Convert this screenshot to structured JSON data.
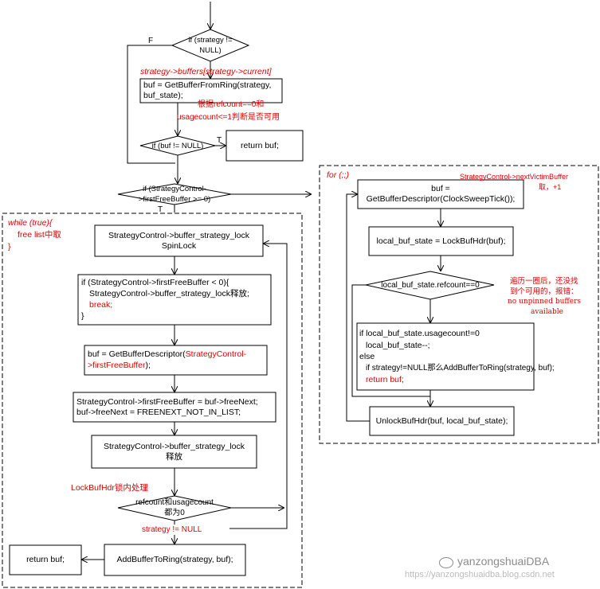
{
  "cond_strategy": "if (strategy !=\nNULL)",
  "label_F": "F",
  "label_T1": "T",
  "label_T2": "T",
  "note_ring_buffers": "strategy->buffers[strategy->current]",
  "box_get_from_ring": "buf = GetBufferFromRing(strategy,\nbuf_state);",
  "note_refcount_line1": "根据refcount==0和",
  "note_refcount_line2": "usagecount<=1判断是否可用",
  "cond_buf_not_null": "if (buf != NULL)",
  "box_return_buf_top": "return buf;",
  "cond_first_free": "if (StrategyControl-\n>firstFreeBuffer >= 0)",
  "while_label": "while (true){",
  "while_free_list": "free list中取",
  "while_close": "}",
  "box_spinlock": "StrategyControl->buffer_strategy_lock\nSpinLock",
  "box_if_first_lt0_1": "if (StrategyControl->firstFreeBuffer < 0){",
  "box_if_first_lt0_2": "StrategyControl->buffer_strategy_lock释放;",
  "box_if_first_lt0_3": "break;",
  "box_if_first_lt0_4": "}",
  "box_get_desc_1": "buf = GetBufferDescriptor(",
  "box_get_desc_2": "StrategyControl-",
  "box_get_desc_3": ">firstFreeBuffer",
  "box_get_desc_4": ");",
  "box_freenext": "StrategyControl->firstFreeBuffer = buf->freeNext;\nbuf->freeNext = FREENEXT_NOT_IN_LIST;",
  "box_release_lock": "StrategyControl->buffer_strategy_lock\n释放",
  "note_lockbufhdr": "LockBufHdr锁内处理",
  "cond_refcount_usage": "refcount和usagecount\n都为0",
  "note_strategy_not_null": "strategy != NULL",
  "box_return_buf_bottom": "return buf;",
  "box_add_to_ring": "AddBufferToRing(strategy, buf);",
  "for_label": "for (;;)",
  "note_next_victim_1": "StrategyControl->nextVictimBuffer",
  "note_next_victim_2": "取，+1",
  "box_clock_sweep": "buf =\nGetBufferDescriptor(ClockSweepTick());",
  "box_lock_hdr": "local_buf_state = LockBufHdr(buf);",
  "cond_local_refcount": "local_buf_state.refcount==0",
  "note_traverse_1": "遍历一圈后，还没找",
  "note_traverse_2": "到个可用的，报错：",
  "note_traverse_3": "no unpinned buffers",
  "note_traverse_4": "available",
  "box_usage_1": "if local_buf_state.usagecount!=0",
  "box_usage_2": "local_buf_state--;",
  "box_usage_3": "else",
  "box_usage_4": "if strategy!=NULL那么AddBufferToRing(strategy, buf);",
  "box_usage_5": "return buf;",
  "box_unlock_hdr": "UnlockBufHdr(buf, local_buf_state);",
  "watermark_name": "yanzongshuaiDBA",
  "watermark_url": "https://yanzongshuaidba.blog.csdn.net"
}
